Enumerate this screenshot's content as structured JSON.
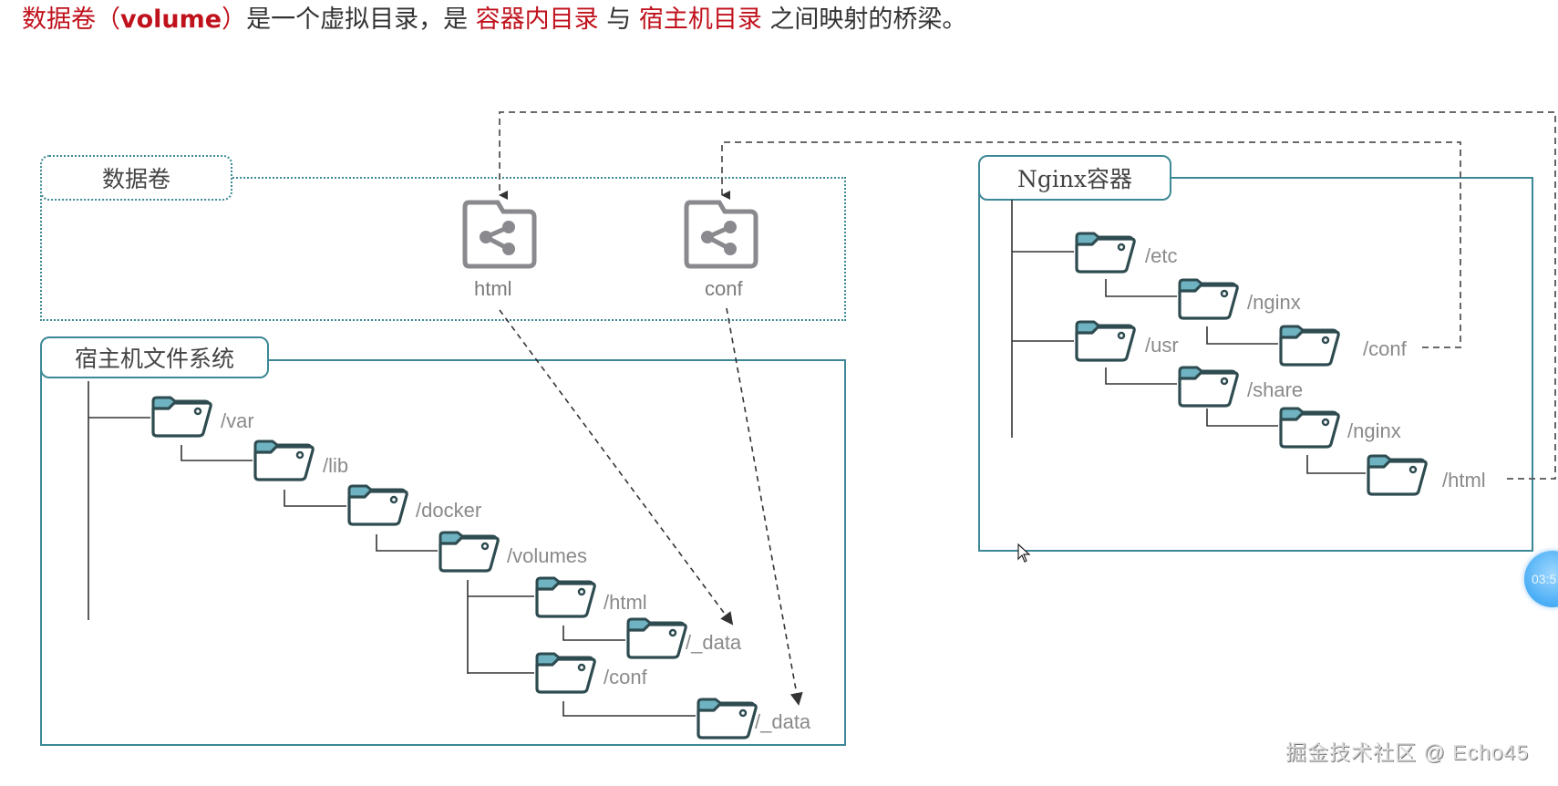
{
  "headline": {
    "part1": "数据卷（",
    "part2": "volume",
    "part3": "）",
    "part4": "是一个虚拟目录，是 ",
    "part5": "容器内目录",
    "part6": " 与 ",
    "part7": "宿主机目录",
    "part8": " 之间映射的桥梁。"
  },
  "volume_section": {
    "title": "数据卷",
    "volumes": [
      {
        "name": "html",
        "icon": "shared-folder-icon"
      },
      {
        "name": "conf",
        "icon": "shared-folder-icon"
      }
    ]
  },
  "host_section": {
    "title": "宿主机文件系统",
    "tree": [
      "/var",
      "/lib",
      "/docker",
      "/volumes",
      "/html",
      "/_data",
      "/conf",
      "/_data"
    ]
  },
  "container_section": {
    "title": "Nginx容器",
    "tree": [
      "/etc",
      "/nginx",
      "/conf",
      "/usr",
      "/share",
      "/nginx",
      "/html"
    ]
  },
  "colors": {
    "accent_red": "#c0121c",
    "frame_teal": "#3d8896",
    "folder_tab": "#6fb3c2",
    "folder_stroke": "#2e4b50",
    "arrow_dark": "#333333",
    "dash_gray": "#666666"
  },
  "watermark": "掘金技术社区 @ Echo45",
  "timer": "03:5"
}
